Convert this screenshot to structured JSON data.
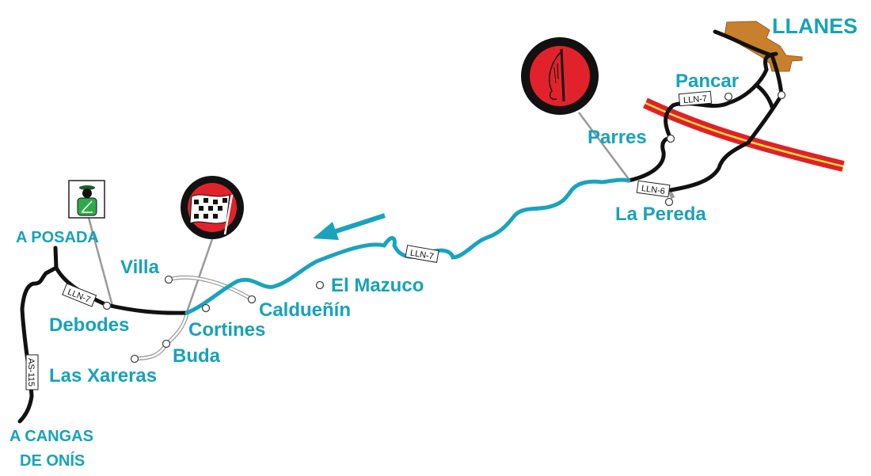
{
  "colors": {
    "stage": "#1aa3bd",
    "road": "#111111",
    "label": "#17a2ba",
    "motorway": "#e0202a",
    "motorway_line": "#f4e13a",
    "town": "#c8802c",
    "sign_red": "#e2222a",
    "sign_green": "#2faa4a",
    "connector": "#999999"
  },
  "places": {
    "llanes": "LLANES",
    "pancar": "Pancar",
    "parres": "Parres",
    "la_pereda": "La Pereda",
    "el_mazuco": "El Mazuco",
    "caldueñin": "Caldueñín",
    "cortines": "Cortines",
    "buda": "Buda",
    "las_xareras": "Las Xareras",
    "villa": "Villa",
    "debodes": "Debodes",
    "a_posada": "A POSADA",
    "a_cangas_1": "A CANGAS",
    "a_cangas_2": "DE ONÍS"
  },
  "roads": {
    "lln7_west": "LLN-7",
    "lln7_mid": "LLN-7",
    "lln7_east": "LLN-7",
    "lln6": "LLN-6",
    "as115": "AS-115"
  },
  "icons": [
    "start-flag-icon",
    "finish-checkered-flag-icon",
    "time-control-icon",
    "direction-arrow-icon"
  ]
}
